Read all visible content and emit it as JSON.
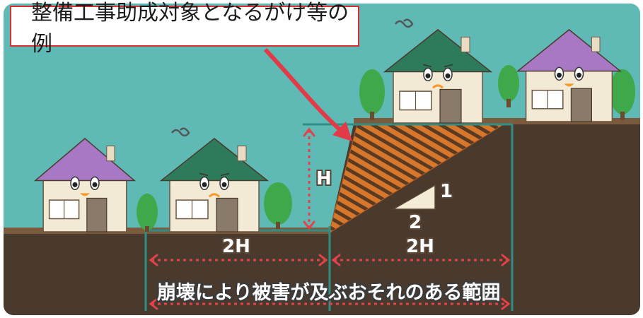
{
  "title": "整備工事助成対象となるがけ等の例",
  "labels": {
    "height": "H",
    "left_width": "2H",
    "right_width": "2H",
    "slope_rise": "1",
    "slope_run": "2",
    "caption": "崩壊により被害が及ぶおそれのある範囲"
  },
  "colors": {
    "sky": "#5fb9b4",
    "ground": "#4a392d",
    "slope": "#d6772c",
    "measure": "#e4424b",
    "accent_line": "#2f8f86",
    "title_border": "#d9302f"
  },
  "houses": [
    {
      "expression": "happy",
      "roof": "purple"
    },
    {
      "expression": "worried",
      "roof": "green"
    },
    {
      "expression": "worried",
      "roof": "green"
    },
    {
      "expression": "happy",
      "roof": "purple"
    }
  ]
}
